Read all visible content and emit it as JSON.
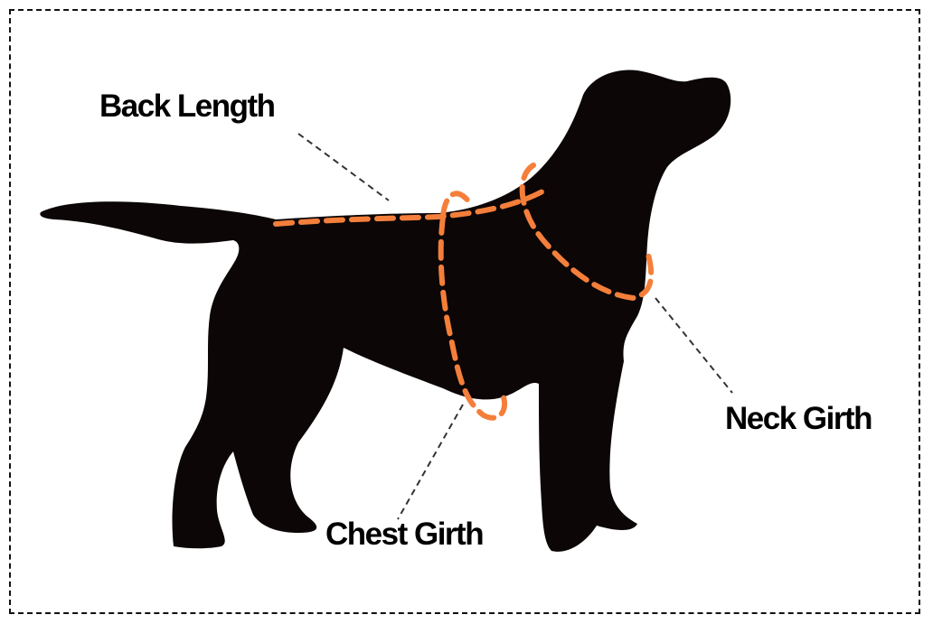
{
  "title": "Dog measurement guide",
  "labels": {
    "back_length": "Back Length",
    "neck_girth": "Neck Girth",
    "chest_girth": "Chest Girth"
  },
  "colors": {
    "silhouette": "#0c0606",
    "measure_line": "#f47f3b",
    "leader_line": "#333333"
  },
  "icons": [
    "dog-silhouette-icon"
  ]
}
